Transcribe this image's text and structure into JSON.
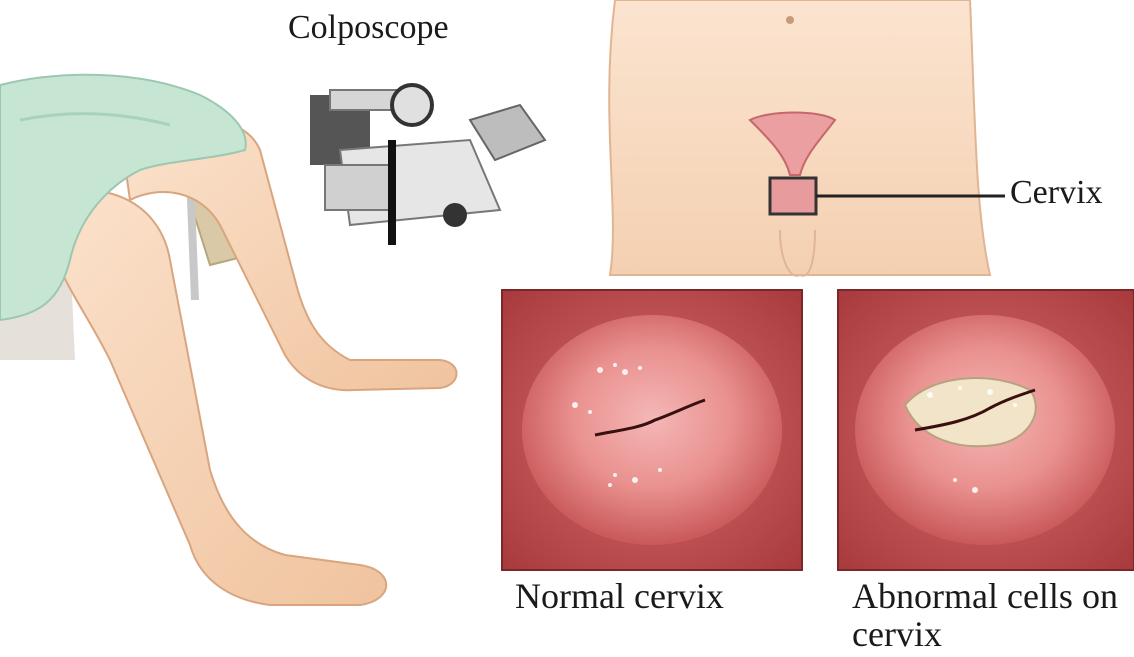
{
  "labels": {
    "colposcope": "Colposcope",
    "cervix": "Cervix",
    "normal_cervix": "Normal cervix",
    "abnormal_cells": "Abnormal cells on cervix"
  },
  "colors": {
    "skin": "#f6d4b6",
    "drape": "#bfe0cc",
    "panel_red": "#b8484a",
    "cervix_pink": "#e89b9d"
  }
}
